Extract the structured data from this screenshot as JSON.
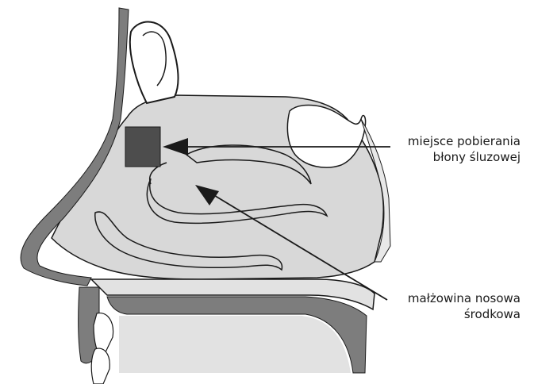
{
  "colors": {
    "tissue": "#d8d8d8",
    "bone": "#7d7d7d",
    "sample_site": "#4d4d4d",
    "outline": "#1a1a1a",
    "background": "#ffffff"
  },
  "labels": {
    "sample_site": {
      "line1": "miejsce pobierania",
      "line2": "błony śluzowej"
    },
    "middle_turbinate": {
      "line1": "małżowina nosowa",
      "line2": "środkowa"
    }
  }
}
